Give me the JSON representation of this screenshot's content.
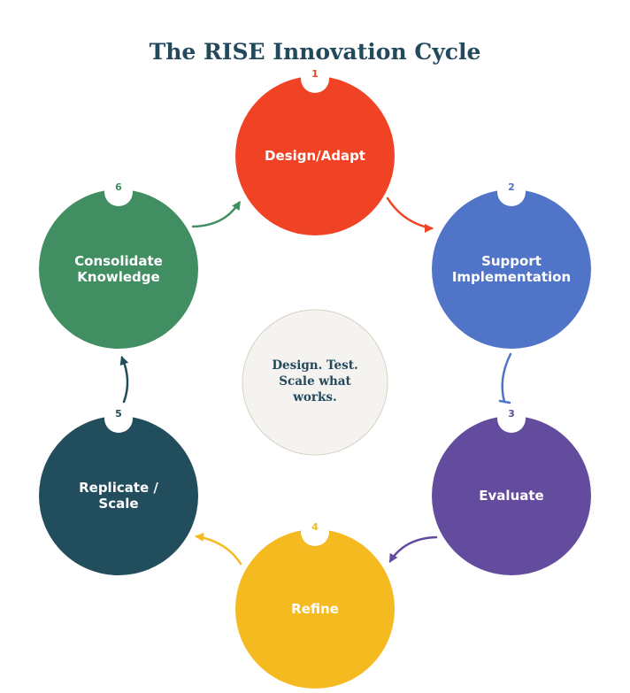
{
  "title": "The RISE Innovation Cycle",
  "center": {
    "lines": [
      "Design. Test.",
      "Scale what",
      "works."
    ]
  },
  "steps": [
    {
      "number": "1",
      "lines": [
        "Design/Adapt"
      ],
      "color": "#f04224"
    },
    {
      "number": "2",
      "lines": [
        "Support",
        "Implementation"
      ],
      "color": "#5074c8"
    },
    {
      "number": "3",
      "lines": [
        "Evaluate"
      ],
      "color": "#634b9d"
    },
    {
      "number": "4",
      "lines": [
        "Refine"
      ],
      "color": "#f5ba20"
    },
    {
      "number": "5",
      "lines": [
        "Replicate /",
        "Scale"
      ],
      "color": "#214d5c"
    },
    {
      "number": "6",
      "lines": [
        "Consolidate",
        "Knowledge"
      ],
      "color": "#408e62"
    }
  ]
}
